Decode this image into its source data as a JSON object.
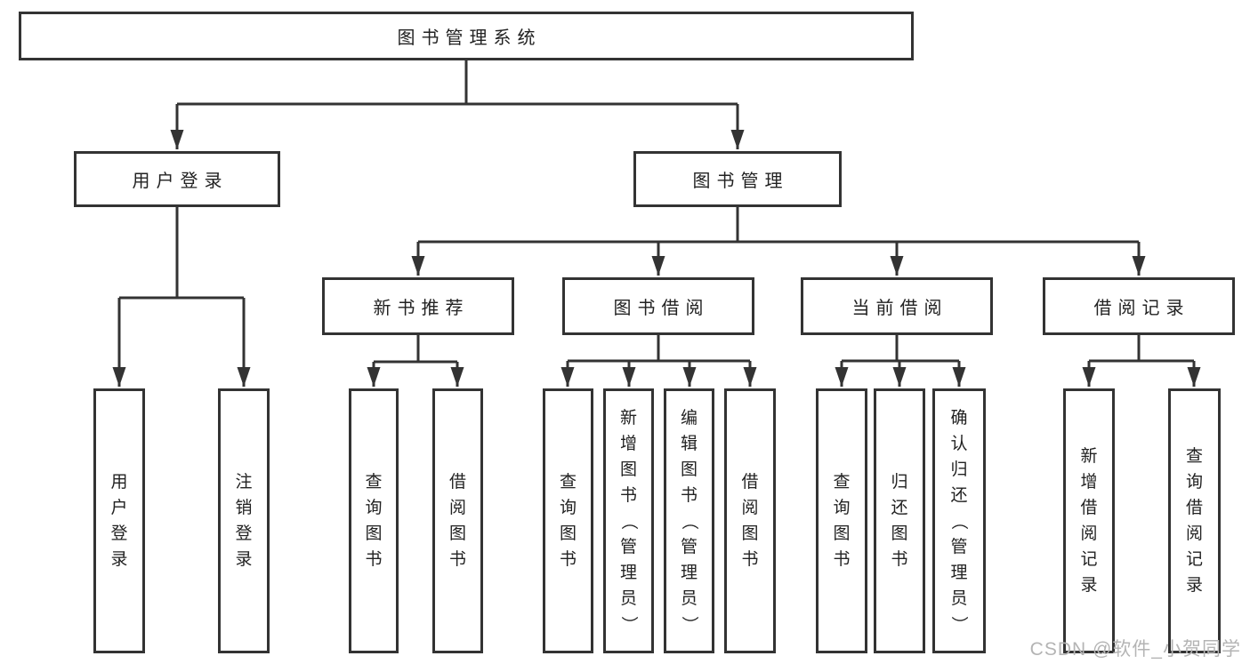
{
  "diagram": {
    "root": {
      "label": "图书管理系统"
    },
    "level2": [
      {
        "label": "用户登录"
      },
      {
        "label": "图书管理"
      }
    ],
    "level3": [
      {
        "label": "新书推荐"
      },
      {
        "label": "图书借阅"
      },
      {
        "label": "当前借阅"
      },
      {
        "label": "借阅记录"
      }
    ],
    "leaves": [
      {
        "label": "用户登录"
      },
      {
        "label": "注销登录"
      },
      {
        "label": "查询图书"
      },
      {
        "label": "借阅图书"
      },
      {
        "label": "查询图书"
      },
      {
        "label": "新增图书（管理员）"
      },
      {
        "label": "编辑图书（管理员）"
      },
      {
        "label": "借阅图书"
      },
      {
        "label": "查询图书"
      },
      {
        "label": "归还图书"
      },
      {
        "label": "确认归还（管理员）"
      },
      {
        "label": "新增借阅记录"
      },
      {
        "label": "查询借阅记录"
      }
    ],
    "watermark": {
      "text": "CSDN @软件_小贺同学"
    },
    "colors": {
      "line": "#333333",
      "text": "#222222",
      "box_background": "#ffffff",
      "watermark": "#b4b4b4",
      "background": "#ffffff"
    }
  }
}
